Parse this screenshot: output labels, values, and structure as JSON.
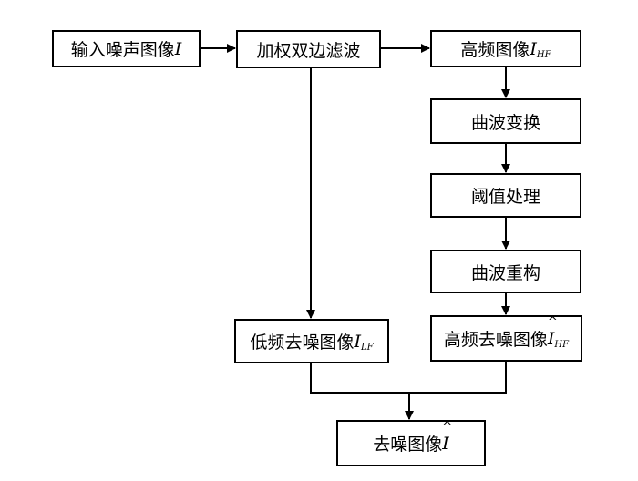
{
  "nodes": {
    "input": {
      "label": "输入噪声图像",
      "symbol": "I"
    },
    "bilateral": {
      "label": "加权双边滤波"
    },
    "high_freq": {
      "label": "高频图像",
      "symbol": "I",
      "sub": "HF"
    },
    "curvelet": {
      "label": "曲波变换"
    },
    "threshold": {
      "label": "阈值处理"
    },
    "reconstruct": {
      "label": "曲波重构"
    },
    "low_freq": {
      "label": "低频去噪图像",
      "symbol": "I",
      "sub": "LF"
    },
    "high_denoise": {
      "label": "高频去噪图像",
      "symbol": "I",
      "hat": "^",
      "sub": "HF"
    },
    "output": {
      "label": "去噪图像",
      "symbol": "I",
      "hat": "^"
    }
  },
  "edges": [
    {
      "from": "input",
      "to": "bilateral"
    },
    {
      "from": "bilateral",
      "to": "high_freq"
    },
    {
      "from": "high_freq",
      "to": "curvelet"
    },
    {
      "from": "curvelet",
      "to": "threshold"
    },
    {
      "from": "threshold",
      "to": "reconstruct"
    },
    {
      "from": "reconstruct",
      "to": "high_denoise"
    },
    {
      "from": "bilateral",
      "to": "low_freq"
    },
    {
      "from": "low_freq",
      "to": "output"
    },
    {
      "from": "high_denoise",
      "to": "output"
    }
  ]
}
